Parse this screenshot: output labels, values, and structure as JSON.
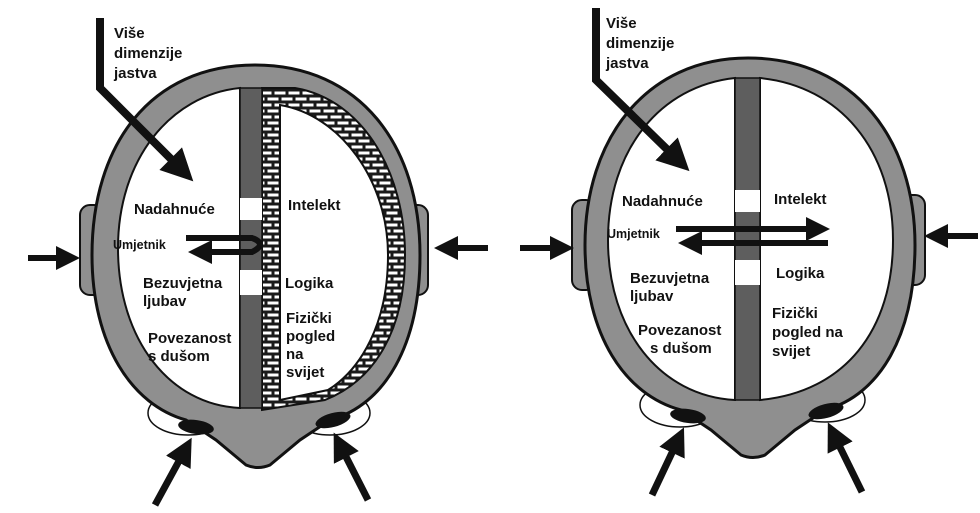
{
  "colors": {
    "head": "#8f8f8f",
    "head_dark": "#5e5e5e",
    "hemisphere": "#ffffff",
    "ink": "#111111"
  },
  "left_figure": {
    "title_lines": [
      "Više",
      "dimenzije",
      "jastva"
    ],
    "left_labels": {
      "inspiration": "Nadahnuće",
      "artist": "Umjetnik",
      "love_lines": [
        "Bezuvjetna",
        "ljubav"
      ],
      "soul_lines": [
        "Povezanost",
        "s dušom"
      ]
    },
    "right_labels": {
      "intellect": "Intelekt",
      "logic": "Logika",
      "physical_lines": [
        "Fizički",
        "pogled",
        "na",
        "svijet"
      ]
    }
  },
  "right_figure": {
    "title_lines": [
      "Više",
      "dimenzije",
      "jastva"
    ],
    "left_labels": {
      "inspiration": "Nadahnuće",
      "artist": "Umjetnik",
      "love_lines": [
        "Bezuvjetna",
        "ljubav"
      ],
      "soul_lines": [
        "Povezanost",
        "s dušom"
      ]
    },
    "right_labels": {
      "intellect": "Intelekt",
      "logic": "Logika",
      "physical_lines": [
        "Fizički",
        "pogled na",
        "svijet"
      ]
    }
  }
}
